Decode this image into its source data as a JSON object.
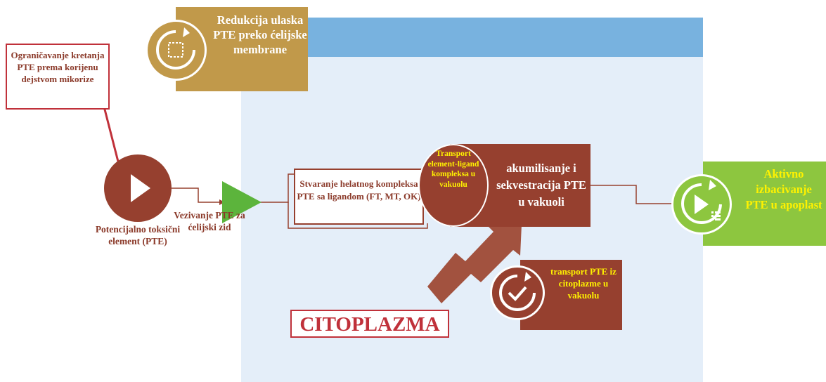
{
  "diagram": {
    "reduction": {
      "label": "Redukcija ulaska PTE preko ćelijske membrane"
    },
    "mycorrhiza_limit": {
      "label": "Ograničavanje kretanja PTE prema korijenu dejstvom mikorize"
    },
    "pte_element": {
      "label": "Potencijalno toksični element (PTE)"
    },
    "cell_wall_binding": {
      "label": "Vezivanje PTE za ćelijski zid"
    },
    "chelate_formation": {
      "label": "Stvaranje helatnog kompleksa PTE sa ligandom (FT, MT, OK)"
    },
    "vacuole_transport": {
      "label": "Transport element-ligand kompleksa u vakuolu"
    },
    "accumulation": {
      "label": "akumilisanje i sekvestracija PTE u vakuoli"
    },
    "cytoplasm_transport": {
      "label": "transport PTE iz citoplazme u vakuolu"
    },
    "cytoplasm": {
      "label": "CITOPLAZMA"
    },
    "active_efflux": {
      "label": "Aktivno izbacivanje PTE u apoplast"
    }
  },
  "colors": {
    "cell_background": "#e4eef9",
    "cell_header": "#78b2df",
    "gold": "#c1994a",
    "brown": "#96402f",
    "red_outline": "#c0313a",
    "green": "#8dc63f",
    "triangle_green": "#5cb43c",
    "yellow_text": "#fff200"
  },
  "icons": [
    "cycle-dotted-square-icon",
    "play-icon",
    "triangle-icon",
    "cycle-check-icon",
    "cycle-play-list-icon",
    "zigzag-arrow-icon"
  ]
}
